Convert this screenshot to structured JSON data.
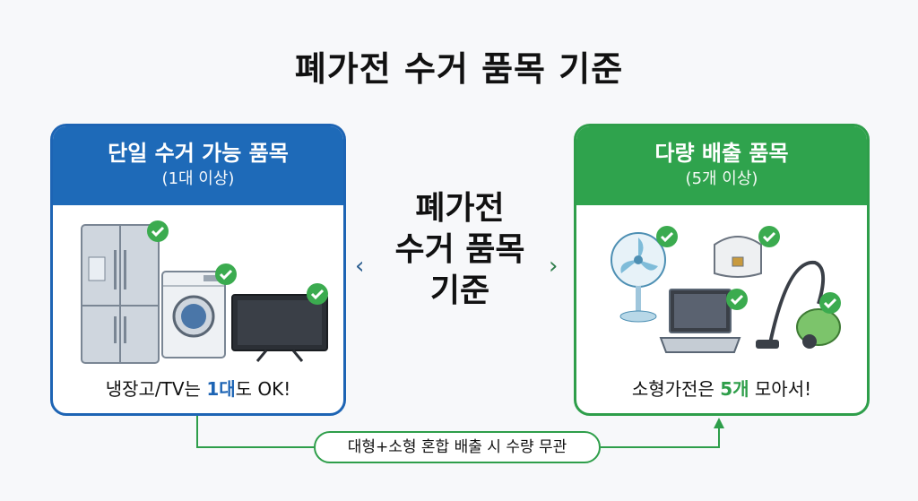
{
  "title": "폐가전 수거 품목 기준",
  "center_title_lines": [
    "폐가전",
    "수거 품목",
    "기준"
  ],
  "left_card": {
    "title": "단일 수거 가능 품목",
    "subtitle": "(1대 이상)",
    "caption_pre": "냉장고/TV는 ",
    "caption_hl": "1대",
    "caption_post": "도 OK!",
    "accent": "#1e6ab8",
    "items": [
      "refrigerator-icon",
      "washing-machine-icon",
      "tv-icon"
    ]
  },
  "right_card": {
    "title": "다량 배출 품목",
    "subtitle": "(5개 이상)",
    "caption_pre": "소형가전은 ",
    "caption_hl": "5개",
    "caption_post": " 모아서!",
    "accent": "#2fa34d",
    "items": [
      "fan-icon",
      "rice-cooker-icon",
      "laptop-icon",
      "vacuum-cleaner-icon"
    ]
  },
  "footer": {
    "label": "대형+소형 혼합 배출 시 수량 무관"
  },
  "nav": {
    "prev_glyph": "‹",
    "next_glyph": "›"
  }
}
